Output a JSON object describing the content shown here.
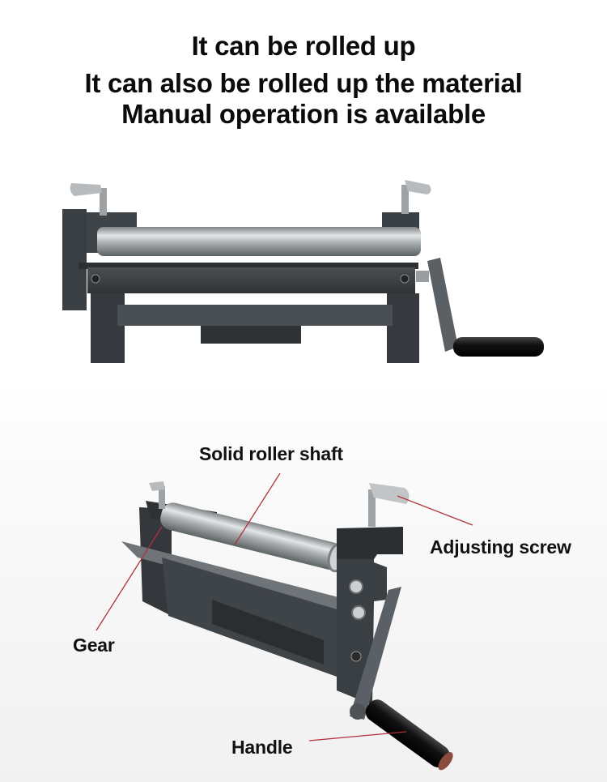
{
  "headline": {
    "line1": "It can be rolled up",
    "line2": "It can also be rolled up the material",
    "line3": "Manual operation is available"
  },
  "callouts": {
    "solid_roller_shaft": "Solid roller shaft",
    "adjusting_screw": "Adjusting screw",
    "gear": "Gear",
    "handle": "Handle"
  },
  "colors": {
    "leader_line": "#b0313a",
    "machine_body": "#3d4246",
    "roller": "#b9bdbf",
    "handle_grip": "#1c1c1c"
  }
}
